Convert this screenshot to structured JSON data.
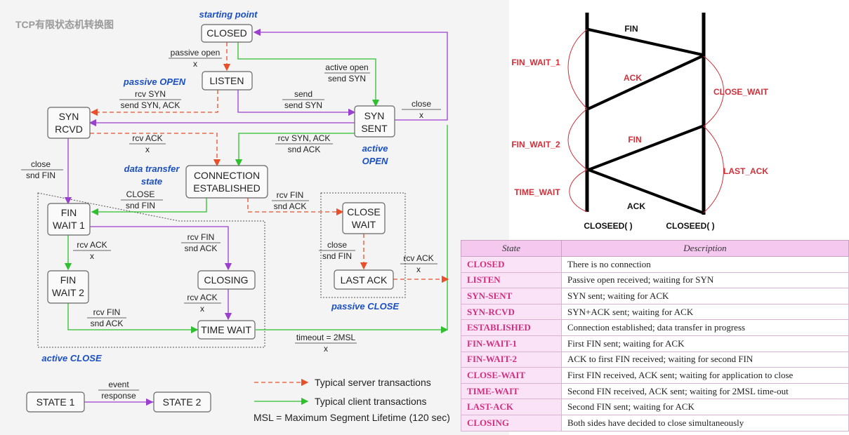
{
  "title": "TCP有限状态机转换图",
  "states": {
    "closed": "CLOSED",
    "listen": "LISTEN",
    "syn_rcvd_1": "SYN",
    "syn_rcvd_2": "RCVD",
    "syn_sent_1": "SYN",
    "syn_sent_2": "SENT",
    "established_1": "CONNECTION",
    "established_2": "ESTABLISHED",
    "fin_wait1_1": "FIN",
    "fin_wait1_2": "WAIT 1",
    "fin_wait2_1": "FIN",
    "fin_wait2_2": "WAIT 2",
    "closing": "CLOSING",
    "time_wait": "TIME WAIT",
    "close_wait_1": "CLOSE",
    "close_wait_2": "WAIT",
    "last_ack": "LAST ACK"
  },
  "section_labels": {
    "starting_point": "starting point",
    "passive_open": "passive  OPEN",
    "data_transfer_1": "data transfer",
    "data_transfer_2": "state",
    "active_open_1": "active",
    "active_open_2": "OPEN",
    "active_close": "active CLOSE",
    "passive_close": "passive CLOSE"
  },
  "transitions": {
    "passive_open_top": "passive open",
    "passive_open_bot": "x",
    "active_open_top": "active open",
    "active_open_bot": "send SYN",
    "rcv_syn_top": "rcv SYN",
    "rcv_syn_bot": "send SYN, ACK",
    "send_top": "send",
    "send_bot": "send SYN",
    "close_top": "close",
    "close_bot": "x",
    "rcv_ack_top": "rcv ACK",
    "rcv_ack_bot": "x",
    "rcv_synack_top": "rcv SYN, ACK",
    "rcv_synack_bot": "snd ACK",
    "close_fin_top": "close",
    "close_fin_bot": "snd FIN",
    "est_close_top": "CLOSE",
    "est_close_bot": "snd FIN",
    "rcv_fin_top": "rcv FIN",
    "rcv_fin_bot": "snd ACK",
    "fw1_ack_top": "rcv ACK",
    "fw1_ack_bot": "x",
    "fw1_fin_top": "rcv FIN",
    "fw1_fin_bot": "snd ACK",
    "cw_close_top": "close",
    "cw_close_bot": "snd FIN",
    "la_ack_top": "rcv ACK",
    "la_ack_bot": "x",
    "closing_ack_top": "rcv ACK",
    "closing_ack_bot": "x",
    "fw2_fin_top": "rcv FIN",
    "fw2_fin_bot": "snd ACK",
    "timeout_top": "timeout = 2MSL",
    "timeout_bot": "x"
  },
  "legend": {
    "state1": "STATE 1",
    "state2": "STATE 2",
    "event": "event",
    "response": "response",
    "server": "Typical server transactions",
    "client": "Typical client transactions",
    "msl": "MSL = Maximum Segment Lifetime (120 sec)"
  },
  "sequence": {
    "fin1": "FIN",
    "ack1": "ACK",
    "fin2": "FIN",
    "ack2": "ACK",
    "fin_wait_1": "FIN_WAIT_1",
    "fin_wait_2": "FIN_WAIT_2",
    "time_wait": "TIME_WAIT",
    "close_wait": "CLOSE_WAIT",
    "last_ack": "LAST_ACK",
    "closed_left": "CLOSEED( )",
    "closed_right": "CLOSEED( )"
  },
  "table": {
    "header_state": "State",
    "header_desc": "Description",
    "rows": [
      {
        "state": "CLOSED",
        "desc": "There is no connection"
      },
      {
        "state": "LISTEN",
        "desc": "Passive open received; waiting for SYN"
      },
      {
        "state": "SYN-SENT",
        "desc": "SYN sent; waiting for ACK"
      },
      {
        "state": "SYN-RCVD",
        "desc": "SYN+ACK sent; waiting for ACK"
      },
      {
        "state": "ESTABLISHED",
        "desc": "Connection established; data transfer in progress"
      },
      {
        "state": "FIN-WAIT-1",
        "desc": "First FIN sent; waiting for ACK"
      },
      {
        "state": "FIN-WAIT-2",
        "desc": "ACK to first FIN received; waiting for second FIN"
      },
      {
        "state": "CLOSE-WAIT",
        "desc": "First FIN received, ACK sent; waiting for application to close"
      },
      {
        "state": "TIME-WAIT",
        "desc": "Second FIN received, ACK sent; waiting for 2MSL time-out"
      },
      {
        "state": "LAST-ACK",
        "desc": "Second FIN sent; waiting for ACK"
      },
      {
        "state": "CLOSING",
        "desc": "Both sides have decided to close simultaneously"
      }
    ]
  },
  "colors": {
    "server_arrow": "#e8502a",
    "client_arrow": "#2fbf2f",
    "other_arrow": "#9b3fcf",
    "section_label": "#1a4fc4",
    "table_state": "#d0307e",
    "sequence_red": "#d0303a"
  }
}
